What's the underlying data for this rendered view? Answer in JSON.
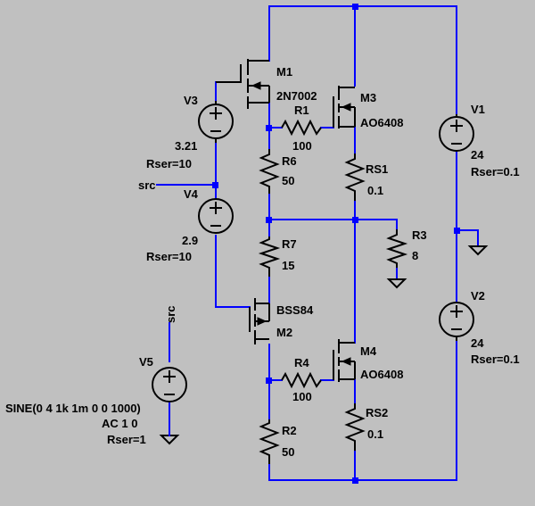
{
  "components": {
    "M1": {
      "name": "M1",
      "model": "2N7002"
    },
    "M2": {
      "name": "M2",
      "model": "BSS84"
    },
    "M3": {
      "name": "M3",
      "model": "AO6408"
    },
    "M4": {
      "name": "M4",
      "model": "AO6408"
    },
    "R1": {
      "name": "R1",
      "value": "100"
    },
    "R4": {
      "name": "R4",
      "value": "100"
    },
    "R6": {
      "name": "R6",
      "value": "50"
    },
    "R7": {
      "name": "R7",
      "value": "15"
    },
    "R2": {
      "name": "R2",
      "value": "50"
    },
    "R3": {
      "name": "R3",
      "value": "8"
    },
    "RS1": {
      "name": "RS1",
      "value": "0.1"
    },
    "RS2": {
      "name": "RS2",
      "value": "0.1"
    },
    "V1": {
      "name": "V1",
      "value": "24",
      "rser": "Rser=0.1"
    },
    "V2": {
      "name": "V2",
      "value": "24",
      "rser": "Rser=0.1"
    },
    "V3": {
      "name": "V3",
      "value": "3.21",
      "rser": "Rser=10"
    },
    "V4": {
      "name": "V4",
      "value": "2.9",
      "rser": "Rser=10"
    },
    "V5": {
      "name": "V5",
      "value": "SINE(0 4 1k 1m 0 0 1000)",
      "ac": "AC 1 0",
      "rser": "Rser=1"
    }
  },
  "nets": {
    "src_left": "src",
    "src_v5": "src"
  }
}
